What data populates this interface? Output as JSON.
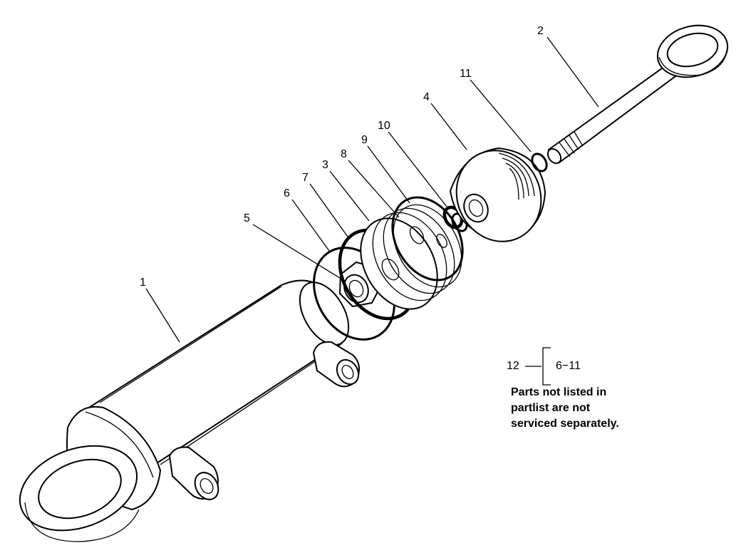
{
  "callouts": [
    {
      "id": "1",
      "label": "1"
    },
    {
      "id": "2",
      "label": "2"
    },
    {
      "id": "3",
      "label": "3"
    },
    {
      "id": "4",
      "label": "4"
    },
    {
      "id": "5",
      "label": "5"
    },
    {
      "id": "6",
      "label": "6"
    },
    {
      "id": "7",
      "label": "7"
    },
    {
      "id": "8",
      "label": "8"
    },
    {
      "id": "9",
      "label": "9"
    },
    {
      "id": "10",
      "label": "10"
    },
    {
      "id": "11",
      "label": "11"
    }
  ],
  "kit": {
    "number": "12",
    "range": "6−11"
  },
  "note": "Parts not listed in\npartlist are not\nserviced separately."
}
